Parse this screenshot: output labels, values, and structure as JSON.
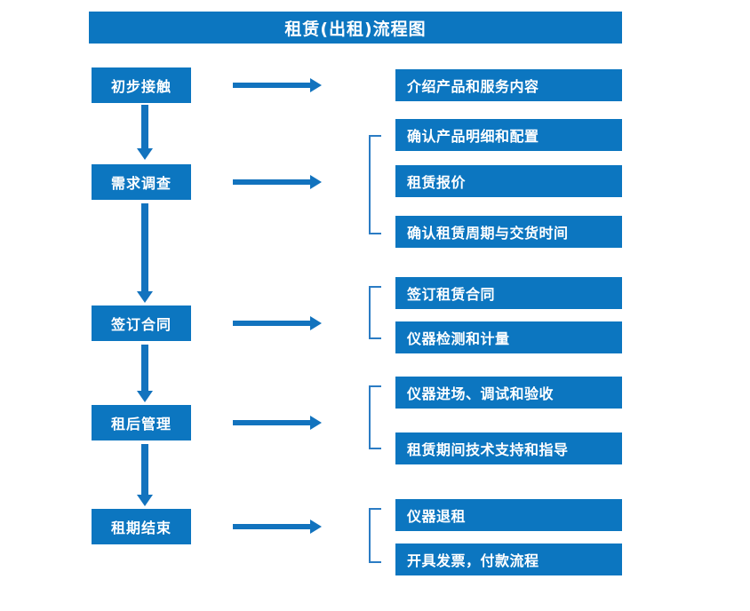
{
  "title": "租赁(出租)流程图",
  "theme": {
    "box_fill": "#0c76c0",
    "box_text": "#ffffff",
    "arrow": "#1273be",
    "bracket": "#2b7cc4",
    "background": "#ffffff"
  },
  "stages": [
    {
      "id": "stage-1",
      "label": "初步接触"
    },
    {
      "id": "stage-2",
      "label": "需求调查"
    },
    {
      "id": "stage-3",
      "label": "签订合同"
    },
    {
      "id": "stage-4",
      "label": "租后管理"
    },
    {
      "id": "stage-5",
      "label": "租期结束"
    }
  ],
  "details": [
    {
      "id": "detail-1-1",
      "label": "介绍产品和服务内容"
    },
    {
      "id": "detail-2-1",
      "label": "确认产品明细和配置"
    },
    {
      "id": "detail-2-2",
      "label": "租赁报价"
    },
    {
      "id": "detail-2-3",
      "label": "确认租赁周期与交货时间"
    },
    {
      "id": "detail-3-1",
      "label": "签订租赁合同"
    },
    {
      "id": "detail-3-2",
      "label": "仪器检测和计量"
    },
    {
      "id": "detail-4-1",
      "label": "仪器进场、调试和验收"
    },
    {
      "id": "detail-4-2",
      "label": "租赁期间技术支持和指导"
    },
    {
      "id": "detail-5-1",
      "label": "仪器退租"
    },
    {
      "id": "detail-5-2",
      "label": "开具发票，付款流程"
    }
  ],
  "connectors": {
    "horizontal_arrow_name": "flow-arrow-right",
    "vertical_arrow_name": "flow-arrow-down",
    "bracket_name": "group-bracket"
  },
  "chart_data": {
    "type": "diagram",
    "title": "租赁(出租)流程图",
    "flow": [
      {
        "stage": "初步接触",
        "outputs": [
          "介绍产品和服务内容"
        ]
      },
      {
        "stage": "需求调查",
        "outputs": [
          "确认产品明细和配置",
          "租赁报价",
          "确认租赁周期与交货时间"
        ]
      },
      {
        "stage": "签订合同",
        "outputs": [
          "签订租赁合同",
          "仪器检测和计量"
        ]
      },
      {
        "stage": "租后管理",
        "outputs": [
          "仪器进场、调试和验收",
          "租赁期间技术支持和指导"
        ]
      },
      {
        "stage": "租期结束",
        "outputs": [
          "仪器退租",
          "开具发票，付款流程"
        ]
      }
    ]
  }
}
